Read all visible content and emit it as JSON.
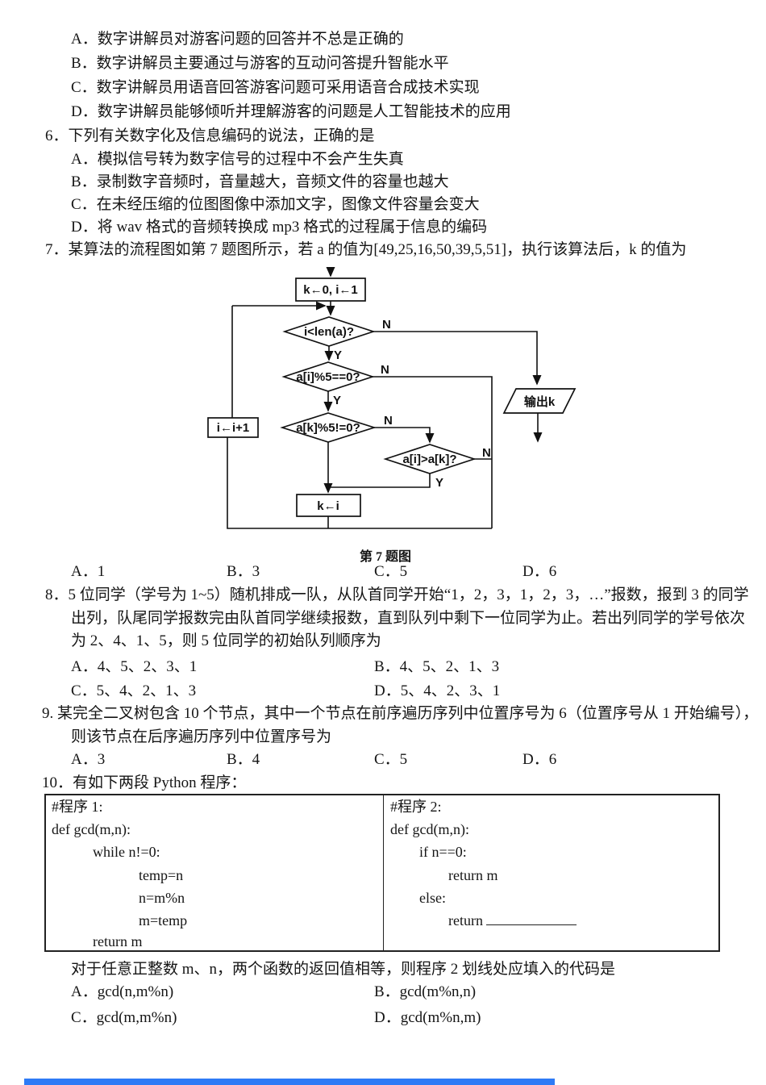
{
  "colors": {
    "paper": "#ffffff",
    "ink": "#151515",
    "accent_bar": "#2e7bf6"
  },
  "q5": {
    "options": [
      "A．数字讲解员对游客问题的回答并不总是正确的",
      "B．数字讲解员主要通过与游客的互动问答提升智能水平",
      "C．数字讲解员用语音回答游客问题可采用语音合成技术实现",
      "D．数字讲解员能够倾听并理解游客的问题是人工智能技术的应用"
    ]
  },
  "q6": {
    "stem": "6．下列有关数字化及信息编码的说法，正确的是",
    "options": [
      "A．模拟信号转为数字信号的过程中不会产生失真",
      "B．录制数字音频时，音量越大，音频文件的容量也越大",
      "C．在未经压缩的位图图像中添加文字，图像文件容量会变大",
      "D．将 wav 格式的音频转换成 mp3 格式的过程属于信息的编码"
    ]
  },
  "q7": {
    "stem": "7．某算法的流程图如第 7 题图所示，若 a 的值为[49,25,16,50,39,5,51]，执行该算法后，k 的值为",
    "figure_caption": "第 7 题图",
    "options": [
      "A．1",
      "B．3",
      "C．5",
      "D．6"
    ]
  },
  "flowchart": {
    "start": "k←0, i←1",
    "cond1": "i<len(a)?",
    "cond2": "a[i]%5==0?",
    "cond3": "a[k]%5!=0?",
    "cond4": "a[i]>a[k]?",
    "assign": "k←i",
    "increment": "i←i+1",
    "output": "输出k",
    "yes": "Y",
    "no": "N"
  },
  "q8": {
    "stem_line1": "8．5 位同学（学号为 1~5）随机排成一队，从队首同学开始“1，2，3，1，2，3，…”报数，报到 3 的同学",
    "stem_line2": "出列，队尾同学报数完由队首同学继续报数，直到队列中剩下一位同学为止。若出列同学的学号依次",
    "stem_line3": "为 2、4、1、5，则 5 位同学的初始队列顺序为",
    "options": [
      "A．4、5、2、3、1",
      "B．4、5、2、1、3",
      "C．5、4、2、1、3",
      "D．5、4、2、3、1"
    ]
  },
  "q9": {
    "stem_line1": "9. 某完全二叉树包含 10 个节点，其中一个节点在前序遍历序列中位置序号为 6（位置序号从 1 开始编号），",
    "stem_line2": "则该节点在后序遍历序列中位置序号为",
    "options": [
      "A．3",
      "B．4",
      "C．5",
      "D．6"
    ]
  },
  "q10": {
    "stem": "10．有如下两段 Python 程序：",
    "program1": [
      "#程序 1:",
      "def gcd(m,n):",
      "while n!=0:",
      "temp=n",
      "n=m%n",
      "m=temp",
      "return m"
    ],
    "program2": [
      "#程序 2:",
      "def gcd(m,n):",
      "if n==0:",
      "return m",
      "else:",
      "return"
    ],
    "question": "对于任意正整数 m、n，两个函数的返回值相等，则程序 2 划线处应填入的代码是",
    "options": [
      "A．gcd(n,m%n)",
      "B．gcd(m%n,n)",
      "C．gcd(m,m%n)",
      "D．gcd(m%n,m)"
    ]
  }
}
